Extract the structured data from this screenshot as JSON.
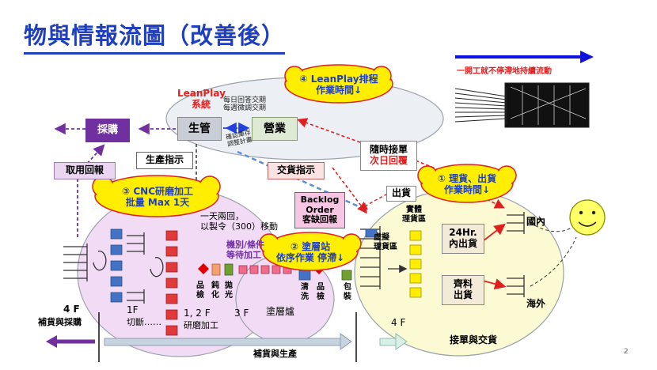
{
  "title": "物與情報流圖（改善後）",
  "legend": {
    "continuous_flow": "一開工就不停滯地持續流動"
  },
  "system": {
    "name_line1": "LeanPlay",
    "name_line2": "系統",
    "note_line1": "每日回答交期",
    "note_line2": "每週微調交期"
  },
  "nodes": {
    "production_mgmt": "生管",
    "sales": "營業",
    "purchasing": "採購",
    "pickup_reply": "取用回報",
    "production_instruction": "生產指示",
    "delivery_instruction": "交貨指示",
    "confirm_inventory_line1": "確認庫存",
    "confirm_inventory_line2": "調整計畫",
    "order_reply_line1": "隨時接單",
    "order_reply_line2": "次日回覆",
    "backlog_line1": "Backlog",
    "backlog_line2": "Order",
    "backlog_line3": "客缺回報",
    "shipping": "出貨",
    "physical_area_line1": "實體",
    "physical_area_line2": "理貨區",
    "virtual_area_line1": "虛擬",
    "virtual_area_line2": "理貨區",
    "ship_24h_line1": "24Hr.",
    "ship_24h_line2": "內出貨",
    "complete_ship_line1": "齊料",
    "complete_ship_line2": "出貨",
    "domestic": "國內",
    "overseas": "海外",
    "move_note_line1": "一天兩回，",
    "move_note_line2": "以製令（300）移動",
    "wait_note_line1": "機別/條件",
    "wait_note_line2": "等待加工",
    "coating_furnace": "塗層爐"
  },
  "callouts": {
    "leanplay": {
      "line1": "④ LeanPlay排程",
      "line2": "作業時間↓"
    },
    "cnc": {
      "line1": "③ CNC研磨加工",
      "line2": "批量 Max 1天"
    },
    "coating": {
      "line1": "② 塗層站",
      "line2": "依序作業 停滯↓"
    },
    "sorting": {
      "line1": "① 理貨、出貨",
      "line2": "作業時間↓"
    }
  },
  "process_steps": {
    "inspect1_line1": "品",
    "inspect1_line2": "檢",
    "passivate_line1": "鈍",
    "passivate_line2": "化",
    "polish_line1": "拋",
    "polish_line2": "光",
    "clean_line1": "清",
    "clean_line2": "洗",
    "inspect2_line1": "品",
    "inspect2_line2": "檢",
    "pack_line1": "包",
    "pack_line2": "裝"
  },
  "floors": {
    "f4_left": "4 F",
    "replenish_purchase": "補貨與採購",
    "f1": "1F",
    "cutting": "切斷……",
    "f12": "1, 2 F",
    "grinding": "研磨加工",
    "f3": "3 F",
    "f4_right": "4 F"
  },
  "bottom": {
    "replenish_production": "補貨與生產",
    "order_delivery": "接單與交貨",
    "page_number": "2"
  },
  "colors": {
    "title_blue": "#1f3fbf",
    "arrow_blue": "#1010e0",
    "callout_yellow": "#ffee00",
    "purchasing_purple": "#7030a0",
    "red": "#e02020",
    "pink_ellipse": "#f2dcf5",
    "yellow_ellipse": "#fcfad2",
    "gray_ellipse": "#eceff3"
  }
}
